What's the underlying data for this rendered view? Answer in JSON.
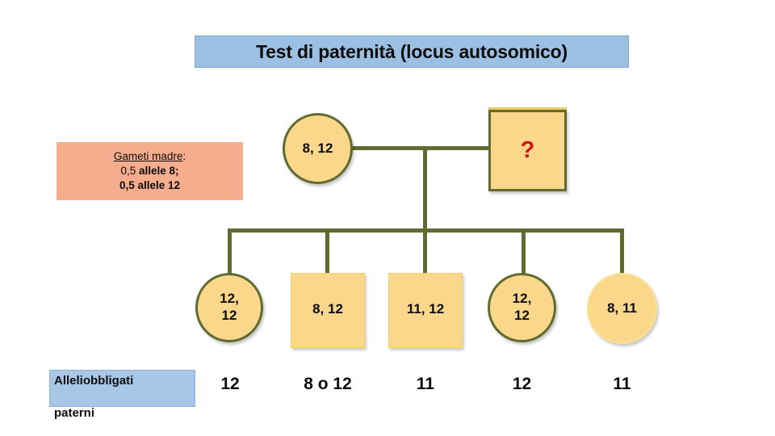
{
  "title": {
    "text": "Test di paternità (locus autosomico)",
    "bg_color": "#9CC0E4"
  },
  "notes": {
    "maternal_gametes": {
      "heading": "Gameti madre",
      "heading_suffix": ":",
      "line2_prefix": "0,5 ",
      "line2_bold": "allele 8;",
      "line3": "0,5 allele 12",
      "bg_color": "#F5AD8D"
    },
    "paternal_alleles": {
      "line1_a": "Alleli",
      "line1_b": "obbligati",
      "line2": "paterni",
      "bg_color": "#A8C7E7"
    }
  },
  "pedigree": {
    "line_color": "#5F6B2F",
    "fill_color": "#FBD78B",
    "mother": {
      "shape": "circle",
      "genotype": "8, 12"
    },
    "father": {
      "shape": "square",
      "genotype": "?",
      "unknown_color": "#D41616"
    },
    "children": [
      {
        "shape": "circle",
        "genotype_line1": "12,",
        "genotype_line2": "12",
        "border": "olive"
      },
      {
        "shape": "square",
        "genotype_line1": "8, 12",
        "genotype_line2": "",
        "border": "pale-yellow"
      },
      {
        "shape": "square",
        "genotype_line1": "11, 12",
        "genotype_line2": "",
        "border": "pale-yellow"
      },
      {
        "shape": "circle",
        "genotype_line1": "12,",
        "genotype_line2": "12",
        "border": "olive"
      },
      {
        "shape": "circle",
        "genotype_line1": "8, 11",
        "genotype_line2": "",
        "border": "pale-yellow"
      }
    ]
  },
  "obligate_paternal_alleles": [
    "12",
    "8 o 12",
    "11",
    "12",
    "11"
  ]
}
